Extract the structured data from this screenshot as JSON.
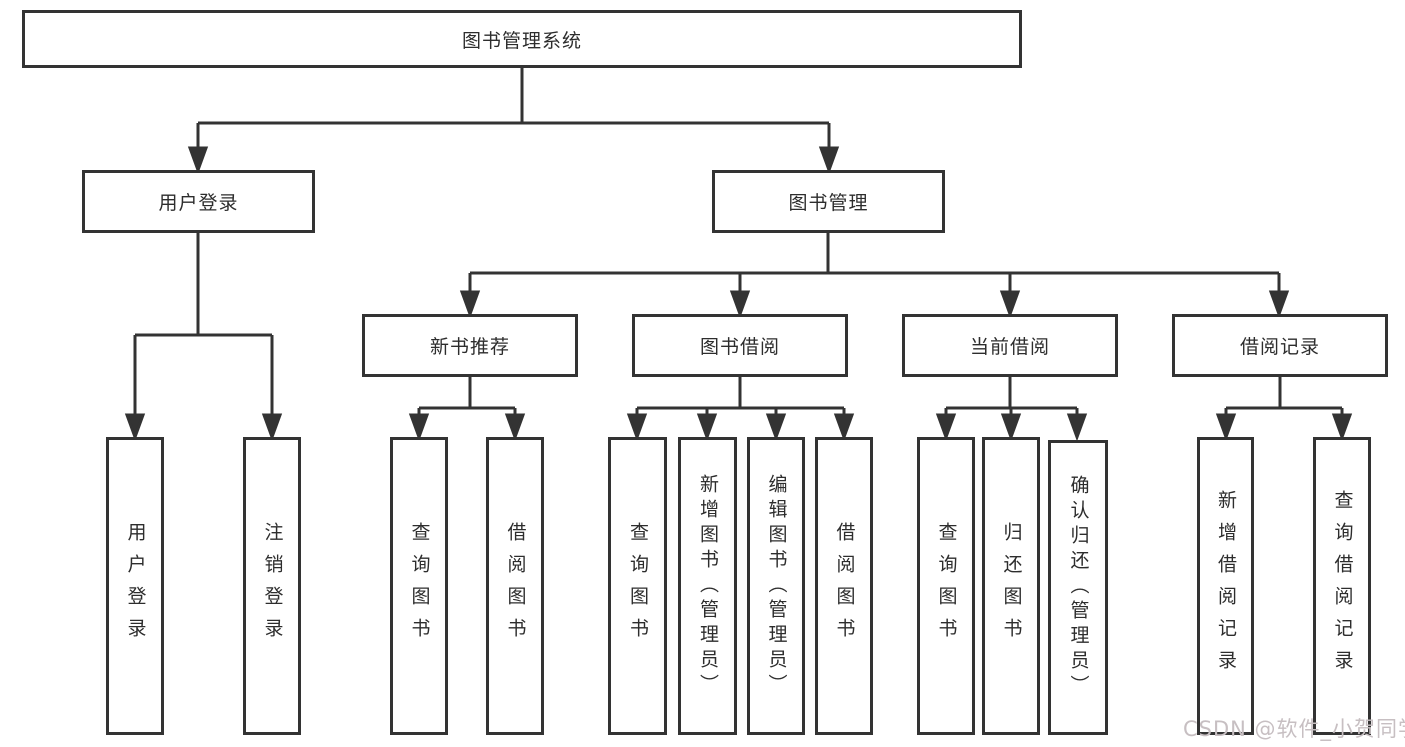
{
  "diagram": {
    "root": {
      "label": "图书管理系统"
    },
    "branches": [
      {
        "label": "用户登录",
        "children": [
          "用户登录",
          "注销登录"
        ]
      },
      {
        "label": "图书管理",
        "groups": [
          {
            "label": "新书推荐",
            "children": [
              "查询图书",
              "借阅图书"
            ]
          },
          {
            "label": "图书借阅",
            "children": [
              "查询图书",
              "新增图书（管理员）",
              "编辑图书（管理员）",
              "借阅图书"
            ]
          },
          {
            "label": "当前借阅",
            "children": [
              "查询图书",
              "归还图书",
              "确认归还（管理员）"
            ]
          },
          {
            "label": "借阅记录",
            "children": [
              "新增借阅记录",
              "查询借阅记录"
            ]
          }
        ]
      }
    ],
    "line_color": "#333333",
    "box_border_color": "#333333",
    "text_color": "#2d2d2d"
  },
  "watermark": "CSDN @软件_小贺同学"
}
